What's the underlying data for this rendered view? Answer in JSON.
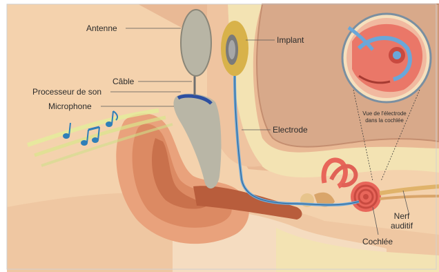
{
  "labels": {
    "antenne": "Antenne",
    "cable": "Câble",
    "processeur": "Processeur de son",
    "microphone": "Microphone",
    "implant": "Implant",
    "electrode": "Electrode",
    "vue_line1": "Vue de l'électrode",
    "vue_line2": "dans la cochlée",
    "nerf_line1": "Nerf",
    "nerf_line2": "auditif",
    "cochlee": "Cochlée"
  },
  "colors": {
    "skin": "#f1c79e",
    "skin_dark": "#d9906a",
    "bone": "#f3e3b3",
    "brain": "#d8a98a",
    "cochlea": "#e8665a",
    "electrode_wire": "#6aa7d9",
    "implant_gold": "#d8b24a",
    "processor": "#b9b6a6",
    "music": "#2f7fb8",
    "sound_wave": "#d8e68a"
  },
  "icons": [
    "music-note-icon",
    "music-note-icon",
    "music-note-icon"
  ]
}
